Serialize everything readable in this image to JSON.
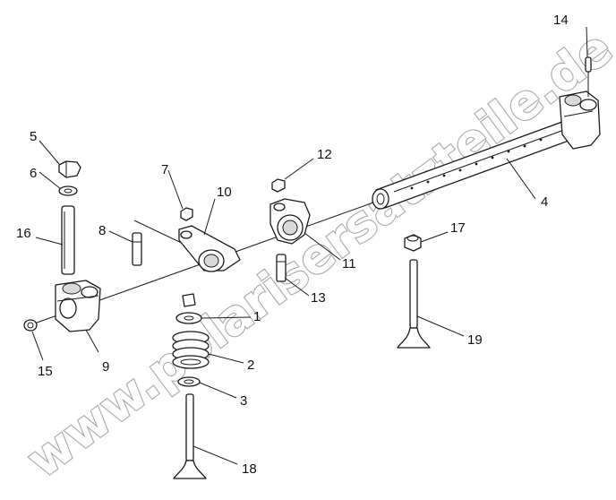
{
  "watermark": "www.polarisersatzteile.de",
  "colors": {
    "line": "#1a1a1a",
    "watermark_outline": "#a9a9a9",
    "background": "#ffffff"
  },
  "callouts": [
    "1",
    "2",
    "3",
    "4",
    "5",
    "6",
    "7",
    "8",
    "9",
    "10",
    "11",
    "12",
    "13",
    "14",
    "15",
    "16",
    "17",
    "18",
    "19"
  ]
}
